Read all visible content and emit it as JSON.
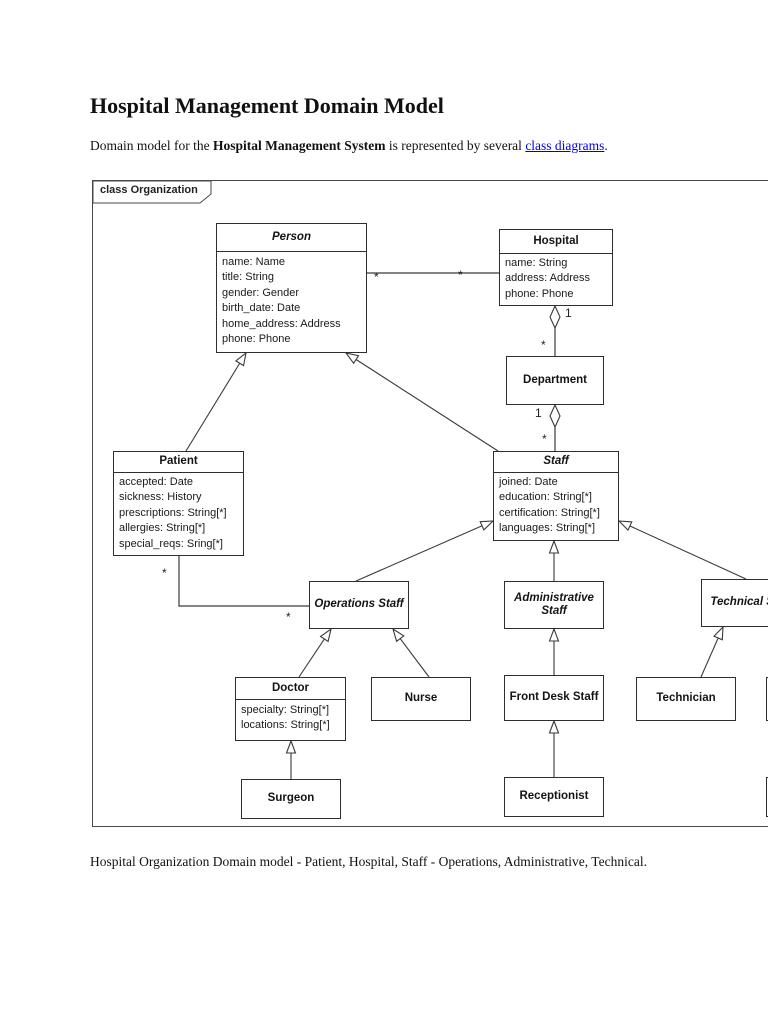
{
  "doc": {
    "title": "Hospital Management Domain Model",
    "intro": {
      "part1": "Domain model for the ",
      "bold": "Hospital Management System",
      "part2": " is represented by several ",
      "link_text": "class diagrams",
      "part3": "."
    },
    "caption": "Hospital Organization Domain model - Patient, Hospital, Staff - Operations, Administrative, Technical."
  },
  "diagram": {
    "frame_label": "class Organization",
    "link_color": "#0000EE",
    "line_color": "#3a3a3a",
    "classes": {
      "person": {
        "name": "Person",
        "abstract": true,
        "attributes": [
          "name: Name",
          "title: String",
          "gender: Gender",
          "birth_date: Date",
          "home_address: Address",
          "phone: Phone"
        ]
      },
      "hospital": {
        "name": "Hospital",
        "abstract": false,
        "attributes": [
          "name: String",
          "address: Address",
          "phone: Phone"
        ]
      },
      "department": {
        "name": "Department",
        "abstract": false
      },
      "patient": {
        "name": "Patient",
        "abstract": false,
        "attributes": [
          "accepted: Date",
          "sickness: History",
          "prescriptions: String[*]",
          "allergies: String[*]",
          "special_reqs: Sring[*]"
        ]
      },
      "staff": {
        "name": "Staff",
        "abstract": true,
        "attributes": [
          "joined: Date",
          "education: String[*]",
          "certification: String[*]",
          "languages: String[*]"
        ]
      },
      "operations_staff": {
        "name": "Operations Staff",
        "abstract": true
      },
      "administrative_staff": {
        "name": "Administrative Staff",
        "abstract": true
      },
      "technical_staff": {
        "name": "Technical Staff",
        "abstract": true
      },
      "doctor": {
        "name": "Doctor",
        "abstract": false,
        "attributes": [
          "specialty: String[*]",
          "locations: String[*]"
        ]
      },
      "nurse": {
        "name": "Nurse",
        "abstract": false
      },
      "front_desk_staff": {
        "name": "Front Desk Staff",
        "abstract": false
      },
      "technician": {
        "name": "Technician",
        "abstract": false
      },
      "surgeon": {
        "name": "Surgeon",
        "abstract": false
      },
      "receptionist": {
        "name": "Receptionist",
        "abstract": false
      }
    },
    "multiplicity": {
      "person_hospital_left": "*",
      "person_hospital_right": "*",
      "hospital_dept_one": "1",
      "hospital_dept_many": "*",
      "dept_staff_one": "1",
      "dept_staff_many": "*",
      "patient_ops_left": "*",
      "patient_ops_right": "*"
    }
  }
}
